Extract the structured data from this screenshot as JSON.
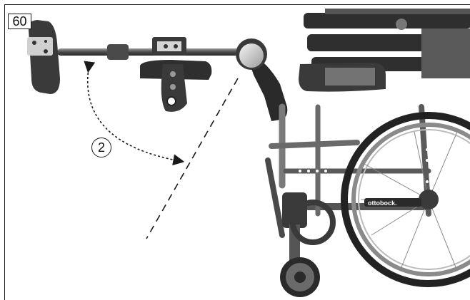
{
  "figure": {
    "number": "60",
    "step_callout": "2",
    "brand_label": "ottobock."
  },
  "icons": {
    "rotation_arrow": "curved-double-arrow-icon",
    "swing_line": "dashed-line"
  },
  "colors": {
    "line": "#1a1a1a",
    "metal_dark": "#3a3a3a",
    "metal_mid": "#6e6e6e",
    "metal_light": "#b5b5b5"
  }
}
